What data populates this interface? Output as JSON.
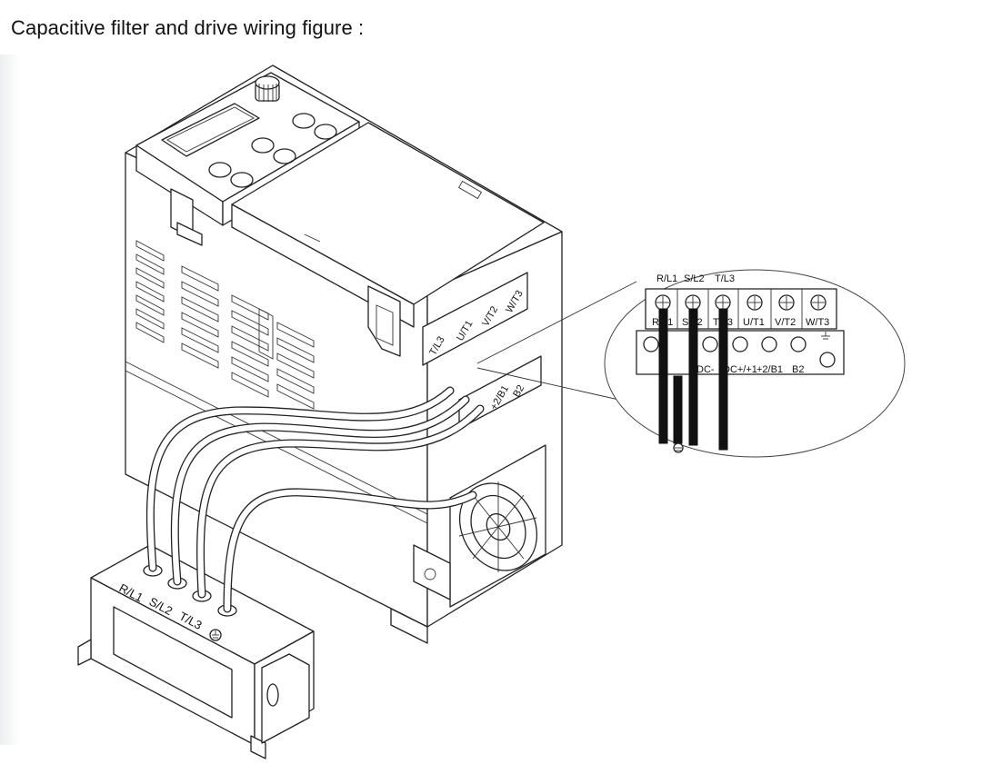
{
  "heading": "Capacitive filter and drive wiring figure :",
  "callout": {
    "top_labels": [
      "R/L1",
      "S/L2",
      "T/L3"
    ],
    "upper_terminals": [
      "R/L1",
      "S/L2",
      "T/L3",
      "U/T1",
      "V/T2",
      "W/T3"
    ],
    "lower_terminals": [
      "DC-",
      "DC+/+1",
      "+2/B1",
      "B2"
    ]
  },
  "drive": {
    "terminal_labels_upper": [
      "T/L3",
      "U/T1",
      "V/T2",
      "W/T3"
    ],
    "terminal_labels_lower": [
      "+2/B1",
      "B2"
    ]
  },
  "filter": {
    "terminal_labels": [
      "R/L1",
      "S/L2",
      "T/L3"
    ]
  }
}
